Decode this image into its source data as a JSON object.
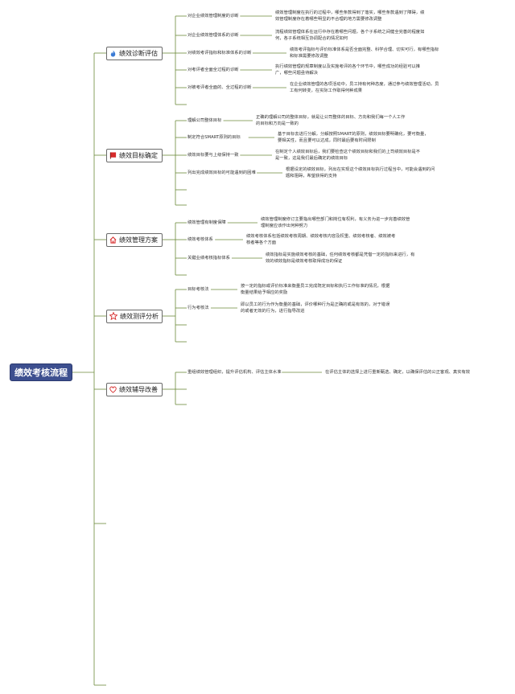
{
  "root": {
    "label": "绩效考核流程"
  },
  "branches": [
    {
      "label": "绩效诊断评估",
      "icon": "fire-icon",
      "icon_color": "#3a7bd5",
      "items": [
        {
          "topic": "对企业绩效管理制度的诊断",
          "desc": [
            "绩效管理制度在执行的过程中，哪些条款得到了落实，哪些条款遇到了障碍，绩",
            "效管理制度存在着哪些明显的不合理的地方需要修改调整"
          ]
        },
        {
          "topic": "对企业绩效管理体系的诊断",
          "desc": [
            "流程绩效管理体系在运行中存在着哪些问题，各个子系统之间健全完善的程度如",
            "何，各子系统相互协调配合的情况如何"
          ]
        },
        {
          "topic": "对绩效考评指标和标准体系的诊断",
          "desc": [
            "绩效考评指标与评价标准体系是否全面完整、科学合理、切实可行，有哪些指标",
            "和标准需要修改调整"
          ]
        },
        {
          "topic": "对考评者全面全过程的诊断",
          "desc": [
            "执行绩效管理的规章制度以及实施考评的各个环节中，哪些成功的经验可以推",
            "广，哪些问题亟待解决"
          ]
        },
        {
          "topic": "对被考评者全面的、全过程的诊断",
          "desc": [
            "在企业绩效管理的各项活动中，员工持有何种态度，通过参与绩效管理活动，员",
            "工有何转变，在实际工作取得何种成果"
          ]
        }
      ]
    },
    {
      "label": "绩效目标确定",
      "icon": "flag-icon",
      "icon_color": "#d62b2b",
      "items": [
        {
          "topic": "理解公司整体目标",
          "desc": [
            "正确的理解公司的整体目标，就是让公司整体的目标、方向和我们每一个人工作",
            "的目标和方向是一致的"
          ]
        },
        {
          "topic": "制定符合SMART原则的目标",
          "desc": [
            "基于目标去进行分解，分解按照SMART的原则，绩效目标要明确化，要可衡量，",
            "要相关性，而且要可以达成，同时最后要有时间限制"
          ]
        },
        {
          "topic": "绩效目标要与上级保持一致",
          "desc": [
            "在制定个人绩效目标后，我们要检查这个绩效目标和我们的上司绩效目标是不",
            "是一致，这是我们最后确定的绩效目标"
          ]
        },
        {
          "topic": "列出完成绩效目标的可能遇到的困难",
          "desc": [
            "根据设定的绩效目标，列出在实现这个绩效目标执行过程当中，可能会遇到的问",
            "题和阻碍，希望获得的支持"
          ]
        }
      ]
    },
    {
      "label": "绩效管理方案",
      "icon": "home-icon",
      "icon_color": "#d62b2b",
      "items": [
        {
          "topic": "绩效管理有制度保障",
          "desc": [
            "绩效管理制度修订主要指出哪些部门和岗位有权利，有义务为进一步完善绩效管",
            "理制度应该作出何种努力"
          ]
        },
        {
          "topic": "绩效考核体系",
          "desc": [
            "绩效考核体系包括绩效考核周期、绩效考核内容及权重、绩效考核者、绩效被考",
            "核者等各个方面"
          ]
        },
        {
          "topic": "关键业绩考核指标体系",
          "desc": [
            "绩效指标是实施绩效考核的基础，任何绩效考核都是凭借一定的指标来进行，有",
            "效的绩效指标是绩效考核取得成功的保证"
          ]
        }
      ]
    },
    {
      "label": "绩效测评分析",
      "icon": "star-icon",
      "icon_color": "#d62b2b",
      "items": [
        {
          "topic": "目标考核法",
          "desc": [
            "按一定的指标或评价标准来衡量员工完成既定目标和执行工作标准的情况，根据",
            "衡量结果给予相应的奖励"
          ]
        },
        {
          "topic": "行为考核法",
          "desc": [
            "即以员工的行为作为衡量的基础，评价哪种行为是正确的或是有效的，对于错误",
            "的或者无效的行为，进行指导改进"
          ]
        }
      ]
    },
    {
      "label": "绩效辅导改善",
      "icon": "heart-icon",
      "icon_color": "#d62b2b",
      "items": [
        {
          "topic": "重组绩效管理组织，提升评估机构、评估主体水准",
          "desc": [
            "在评估主体的选择上进行重新甄选、确定，以确保评估的公正客观、真实有效"
          ]
        }
      ]
    }
  ]
}
